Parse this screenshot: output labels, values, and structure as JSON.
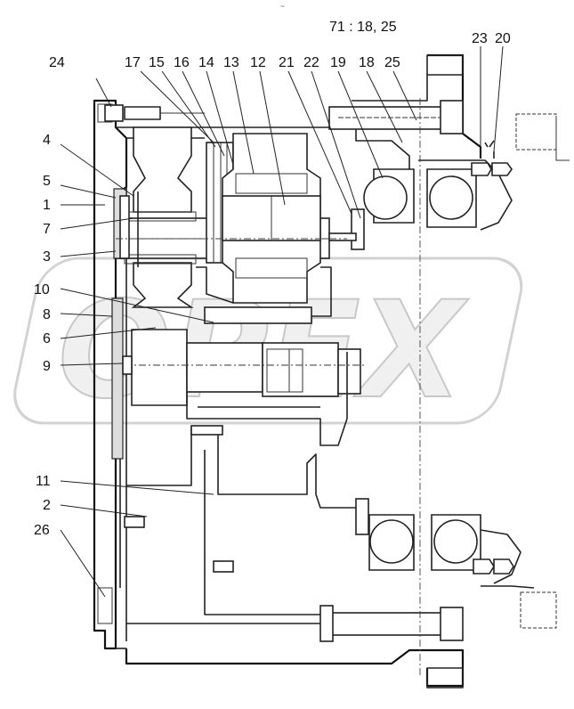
{
  "reference": "71 : 18, 25",
  "watermark": "OPEX",
  "callouts": [
    {
      "id": "c24",
      "text": "24"
    },
    {
      "id": "c17",
      "text": "17"
    },
    {
      "id": "c15",
      "text": "15"
    },
    {
      "id": "c16",
      "text": "16"
    },
    {
      "id": "c14",
      "text": "14"
    },
    {
      "id": "c13",
      "text": "13"
    },
    {
      "id": "c12",
      "text": "12"
    },
    {
      "id": "c21",
      "text": "21"
    },
    {
      "id": "c22",
      "text": "22"
    },
    {
      "id": "c19",
      "text": "19"
    },
    {
      "id": "c18",
      "text": "18"
    },
    {
      "id": "c25",
      "text": "25"
    },
    {
      "id": "c23",
      "text": "23"
    },
    {
      "id": "c20",
      "text": "20"
    },
    {
      "id": "c4",
      "text": "4"
    },
    {
      "id": "c5",
      "text": "5"
    },
    {
      "id": "c1",
      "text": "1"
    },
    {
      "id": "c7",
      "text": "7"
    },
    {
      "id": "c3",
      "text": "3"
    },
    {
      "id": "c10",
      "text": "10"
    },
    {
      "id": "c8",
      "text": "8"
    },
    {
      "id": "c6",
      "text": "6"
    },
    {
      "id": "c9",
      "text": "9"
    },
    {
      "id": "c11",
      "text": "11"
    },
    {
      "id": "c2",
      "text": "2"
    },
    {
      "id": "c26",
      "text": "26"
    }
  ]
}
